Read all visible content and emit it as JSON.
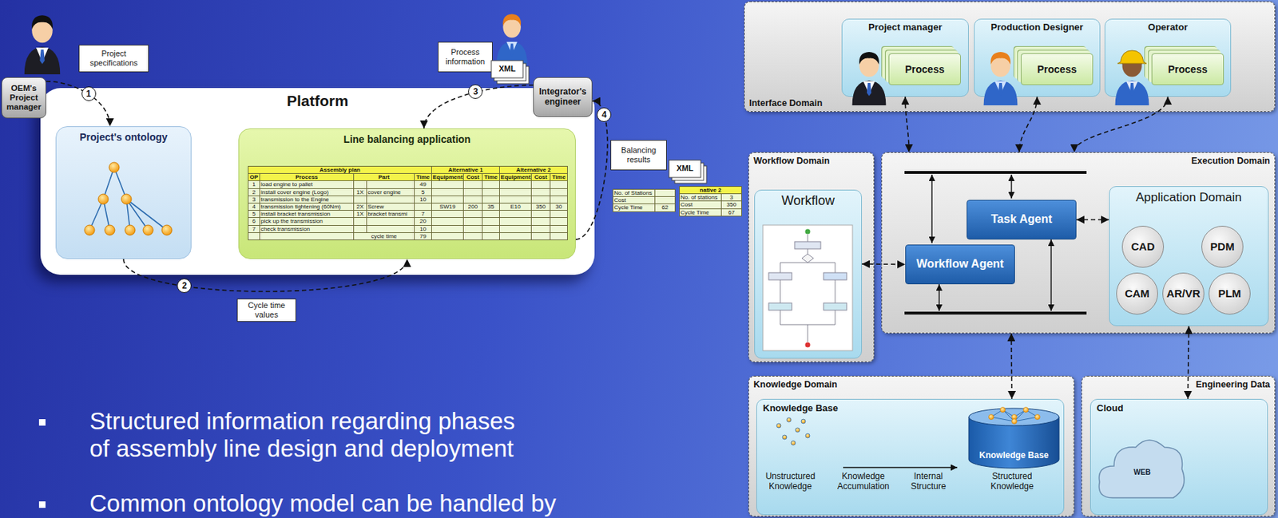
{
  "diagram": {
    "nodes": [
      {
        "text": [
          "Platform"
        ]
      },
      {
        "text": [
          "Project's ontology"
        ],
        "in": 0
      },
      {
        "text": [
          "Line balancing application"
        ],
        "in": 0
      },
      {
        "text": [
          "OEM's Project manager"
        ]
      },
      {
        "text": [
          "Integrator's engineer"
        ]
      },
      {
        "text": [
          "Project specifications"
        ]
      },
      {
        "text": [
          "Process information"
        ]
      },
      {
        "text": [
          "Balancing results"
        ]
      },
      {
        "text": [
          "Cycle time values"
        ]
      },
      {
        "text": [
          "Interface Domain"
        ]
      },
      {
        "text": [
          "Project manager"
        ],
        "in": 9
      },
      {
        "text": [
          "Process"
        ],
        "in": 10
      },
      {
        "text": [
          "Production Designer"
        ],
        "in": 9
      },
      {
        "text": [
          "Process"
        ],
        "in": 12
      },
      {
        "text": [
          "Operator"
        ],
        "in": 9
      },
      {
        "text": [
          "Process"
        ],
        "in": 14
      },
      {
        "text": [
          "Workflow Domain"
        ]
      },
      {
        "text": [
          "Workflow"
        ],
        "in": 16
      },
      {
        "text": [
          "Execution Domain"
        ]
      },
      {
        "text": [
          "Task Agent"
        ],
        "in": 18
      },
      {
        "text": [
          "Workflow Agent"
        ],
        "in": 18
      },
      {
        "text": [
          "Application Domain"
        ],
        "in": 18
      },
      {
        "text": [
          "CAD"
        ],
        "in": 21
      },
      {
        "text": [
          "PDM"
        ],
        "in": 21
      },
      {
        "text": [
          "CAM"
        ],
        "in": 21
      },
      {
        "text": [
          "AR/VR"
        ],
        "in": 21
      },
      {
        "text": [
          "PLM"
        ],
        "in": 21
      },
      {
        "text": [
          "Knowledge Domain"
        ]
      },
      {
        "text": [
          "Knowledge Base"
        ],
        "in": 27
      },
      {
        "text": [
          "Knowledge Base"
        ],
        "in": 28
      },
      {
        "text": [
          "Engineering Data"
        ]
      },
      {
        "text": [
          "Cloud"
        ],
        "in": 30
      },
      {
        "text": [
          "WEB"
        ],
        "in": 31
      }
    ],
    "edges": [
      {
        "from": 3,
        "to": 1,
        "arrow": "to",
        "label": "1"
      },
      {
        "from": 1,
        "to": 2,
        "arrow": "to",
        "label": "2"
      },
      {
        "from": 4,
        "to": 2,
        "arrow": "to",
        "label": "3"
      },
      {
        "from": 2,
        "to": 4,
        "arrow": "to",
        "label": "4"
      },
      {
        "from": 10,
        "to": 18,
        "arrow": "both"
      },
      {
        "from": 12,
        "to": 18,
        "arrow": "both"
      },
      {
        "from": 14,
        "to": 18,
        "arrow": "both"
      },
      {
        "from": 17,
        "to": 20,
        "arrow": "both"
      },
      {
        "from": 19,
        "to": 21,
        "arrow": "both"
      },
      {
        "from": 18,
        "to": 28,
        "arrow": "both"
      },
      {
        "from": 21,
        "to": 31,
        "arrow": "both"
      }
    ],
    "labels": [
      "XML",
      "XML",
      "Assembly plan",
      "Alternative 1",
      "Alternative 2",
      "OP",
      "Process",
      "Part",
      "Time",
      "Equipment",
      "Cost",
      "Time",
      "Equipment",
      "Cost",
      "Time",
      "1",
      "load engine to pallet",
      "49",
      "2",
      "install cover engine (Logo)",
      "1X",
      "cover engine",
      "5",
      "3",
      "transmission to the Engine",
      "10",
      "4",
      "transmission tightening (60Nm)",
      "2X",
      "Screw",
      "SW19",
      "200",
      "35",
      "E10",
      "350",
      "30",
      "5",
      "install bracket transmission",
      "1X",
      "bracket transmi",
      "7",
      "6",
      "pick up the transmission",
      "20",
      "7",
      "check transmission",
      "10",
      "cycle time",
      "79",
      "No. of Stations",
      "Cost",
      "Cycle Time",
      "62",
      "native 2",
      "No. of stations",
      "3",
      "Cost",
      "350",
      "Cycle Time",
      "67",
      "Structured information regarding phases of assembly line design and deployment",
      "Common ontology model can be handled by",
      "Unstructured Knowledge",
      "Knowledge Accumulation",
      "Internal Structure",
      "Structured Knowledge"
    ]
  }
}
